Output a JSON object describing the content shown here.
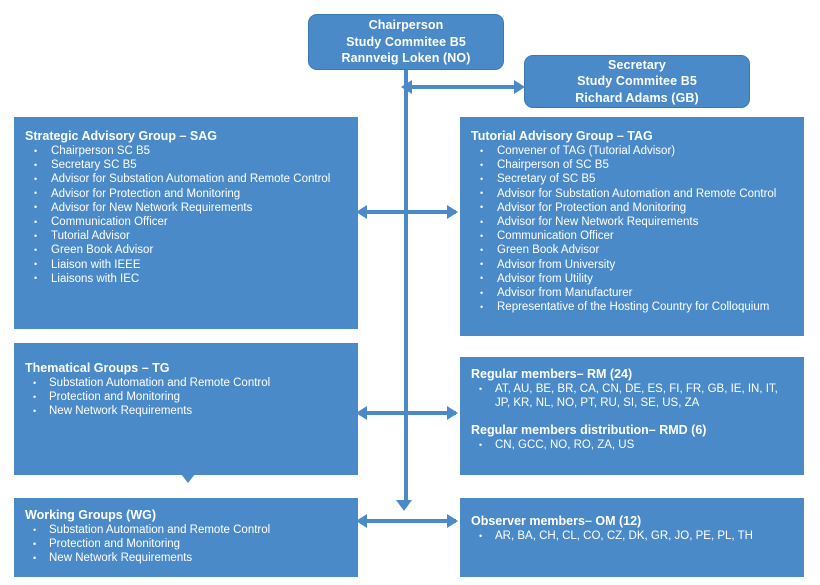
{
  "colors": {
    "box_fill": "#4a8ac9",
    "box_border": "#3b78b5",
    "text": "#ffffff",
    "background": "#ffffff",
    "connector": "#4a8ac9"
  },
  "chairperson": {
    "role": "Chairperson",
    "committee": "Study Commitee B5",
    "person": "Rannveig Loken (NO)"
  },
  "secretary": {
    "role": "Secretary",
    "committee": "Study Commitee B5",
    "person": "Richard Adams (GB)"
  },
  "sag": {
    "title": "Strategic Advisory Group – SAG",
    "members": [
      "Chairperson  SC B5",
      "Secretary SC B5",
      "Advisor for Substation Automation and Remote Control",
      "Advisor for Protection and Monitoring",
      "Advisor for New Network Requirements",
      "Communication Officer",
      "Tutorial Advisor",
      "Green Book Advisor",
      "Liaison  with IEEE",
      "Liaisons  with IEC"
    ]
  },
  "tag": {
    "title": "Tutorial Advisory Group – TAG",
    "members": [
      "Convener of TAG (Tutorial Advisor)",
      "Chairperson  of SC B5",
      "Secretary of SC B5",
      "Advisor for Substation Automation and Remote Control",
      "Advisor for Protection and Monitoring",
      "Advisor for New Network Requirements",
      "Communication Officer",
      "Green Book Advisor",
      "Advisor from University",
      "Advisor from Utility",
      "Advisor from Manufacturer",
      "Representative of the Hosting Country for Colloquium"
    ]
  },
  "thematical_groups": {
    "title": "Thematical Groups – TG",
    "items": [
      "Substation Automation and Remote Control",
      "Protection and Monitoring",
      "New Network Requirements"
    ]
  },
  "working_groups": {
    "title": "Working Groups (WG)",
    "items": [
      "Substation Automation and Remote Control",
      "Protection and Monitoring",
      "New Network Requirements"
    ]
  },
  "regular_members": {
    "title": "Regular members–  RM (24)",
    "countries": "AT, AU, BE, BR, CA, CN, DE, ES, FI, FR,  GB, IE, IN, IT, JP, KR, NL, NO, PT, RU, SI, SE, US, ZA",
    "count": 24,
    "distribution_title": "Regular members  distribution– RMD (6)",
    "distribution_countries": "CN, GCC, NO, RO, ZA, US",
    "distribution_count": 6
  },
  "observer_members": {
    "title": "Observer members– OM (12)",
    "countries": "AR, BA, CH, CL, CO, CZ, DK, GR, JO, PE, PL, TH",
    "count": 12
  },
  "connectors": [
    {
      "name": "chairperson-to-secretary",
      "type": "double-arrow-horizontal"
    },
    {
      "name": "sag-to-tag",
      "type": "double-arrow-horizontal"
    },
    {
      "name": "tg-to-rm",
      "type": "double-arrow-horizontal"
    },
    {
      "name": "wg-to-om",
      "type": "double-arrow-horizontal"
    },
    {
      "name": "chairperson-to-wg",
      "type": "arrow-down"
    },
    {
      "name": "tg-to-wg",
      "type": "arrow-down"
    }
  ]
}
